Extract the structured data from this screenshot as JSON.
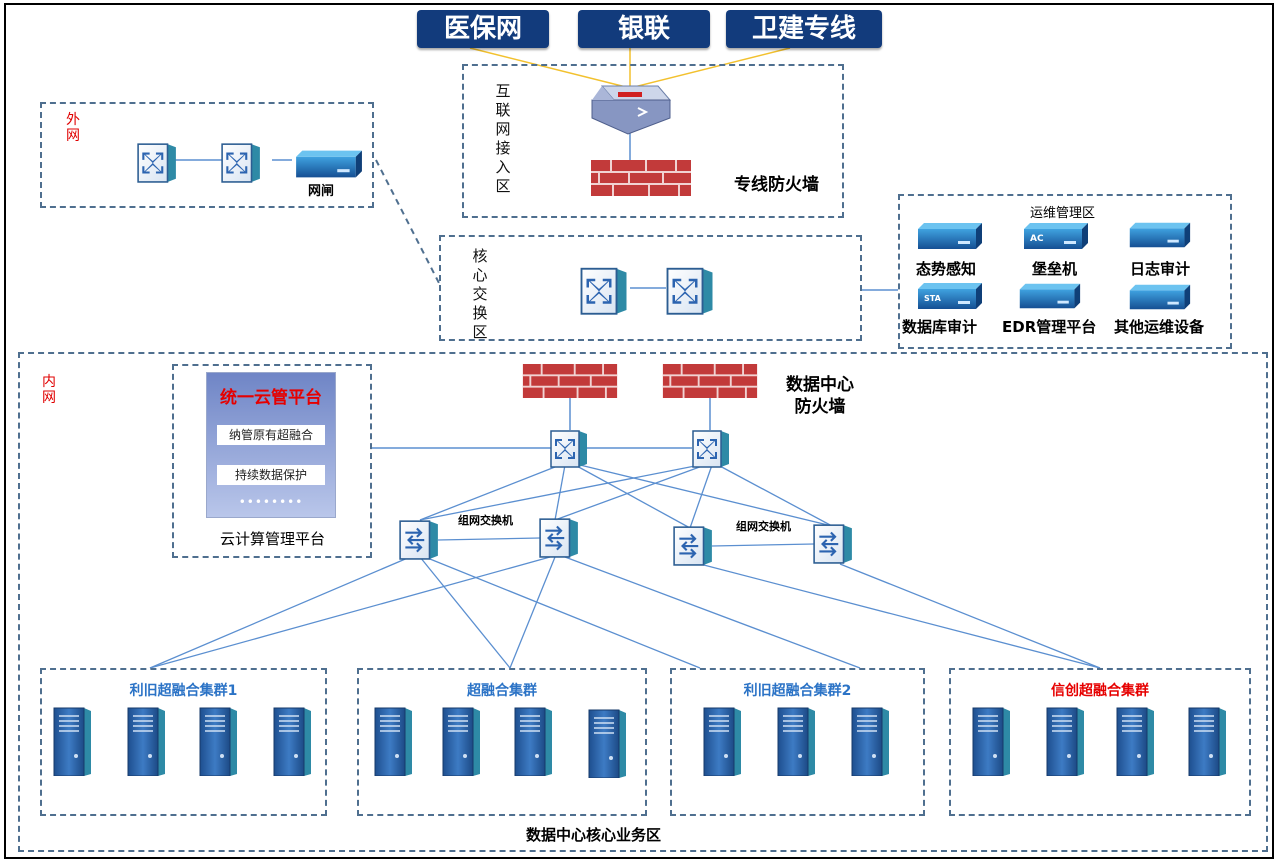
{
  "top_links": [
    "医保网",
    "银联",
    "卫建专线"
  ],
  "internet_zone": {
    "label": "互联网接入区",
    "firewall_label": "专线防火墙"
  },
  "extranet": {
    "label": "外网",
    "gateway_label": "网闸"
  },
  "core_zone": {
    "label": "核心交换区"
  },
  "ops_zone": {
    "title": "运维管理区",
    "devices": [
      "态势感知",
      "堡垒机",
      "日志审计",
      "数据库审计",
      "EDR管理平台",
      "其他运维设备"
    ],
    "icon_tags": [
      "AC",
      "STA"
    ]
  },
  "intranet": {
    "label": "内网",
    "dc_firewall_label": "数据中心防火墙",
    "switch_group_label": "组网交换机",
    "cloud_platform": {
      "title": "统一云管平台",
      "items": [
        "纳管原有超融合",
        "持续数据保护"
      ],
      "dots": "••••••••",
      "caption": "云计算管理平台"
    },
    "clusters": [
      {
        "title": "利旧超融合集群1",
        "servers": 4,
        "color": "#2b73c6"
      },
      {
        "title": "超融合集群",
        "servers": 4,
        "color": "#2b73c6"
      },
      {
        "title": "利旧超融合集群2",
        "servers": 3,
        "color": "#2b73c6"
      },
      {
        "title": "信创超融合集群",
        "servers": 4,
        "color": "#e60000"
      }
    ],
    "business_zone_label": "数据中心核心业务区"
  },
  "colors": {
    "accent": "#123b7c",
    "red": "#e00000",
    "link": "#5b8fd0",
    "wan_link": "#f2c12e"
  }
}
